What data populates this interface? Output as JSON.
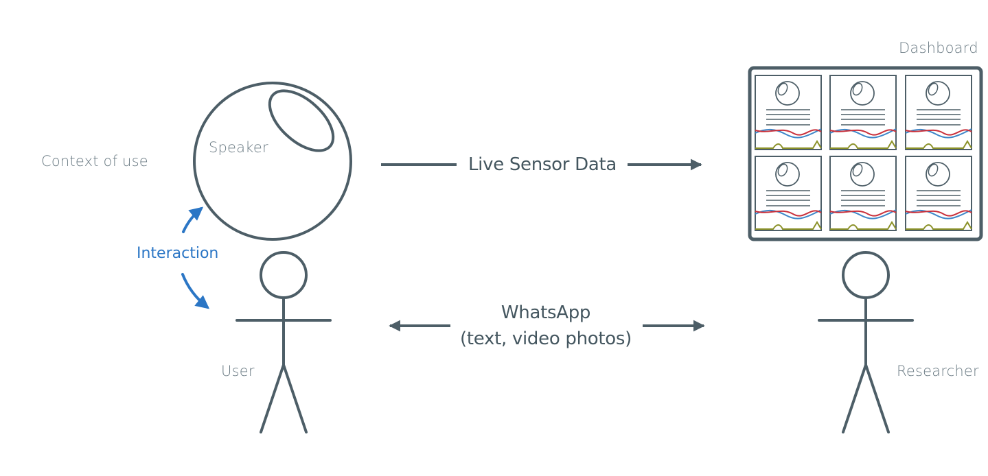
{
  "labels": {
    "context": "Context of use",
    "speaker": "Speaker",
    "interaction": "Interaction",
    "user": "User",
    "live_sensor": "Live Sensor Data",
    "whatsapp": "WhatsApp",
    "whatsapp_sub": "(text, video photos)",
    "dashboard": "Dashboard",
    "researcher": "Researcher"
  },
  "colors": {
    "stroke": "#4d5e67",
    "accent_blue": "#2b76c5",
    "chart_red": "#c9303b",
    "chart_blue": "#3d86c8",
    "chart_olive": "#8b9128"
  },
  "icons": [
    "speaker-sphere",
    "user-stick-figure",
    "researcher-stick-figure",
    "dashboard-panels"
  ]
}
